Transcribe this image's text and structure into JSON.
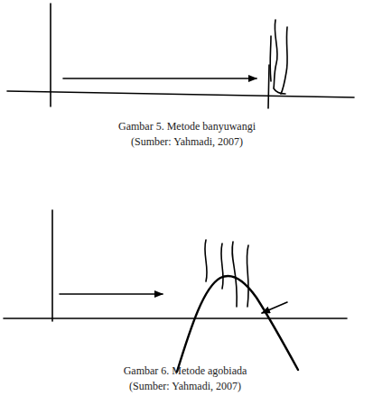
{
  "diagram": {
    "labels": [
      "Gambar 5. Metode banyuwangi",
      "(Sumber: Yahmadi, 2007)",
      "Gambar 6. Metode agobiada",
      "(Sumber: Yahmadi, 2007)"
    ]
  }
}
